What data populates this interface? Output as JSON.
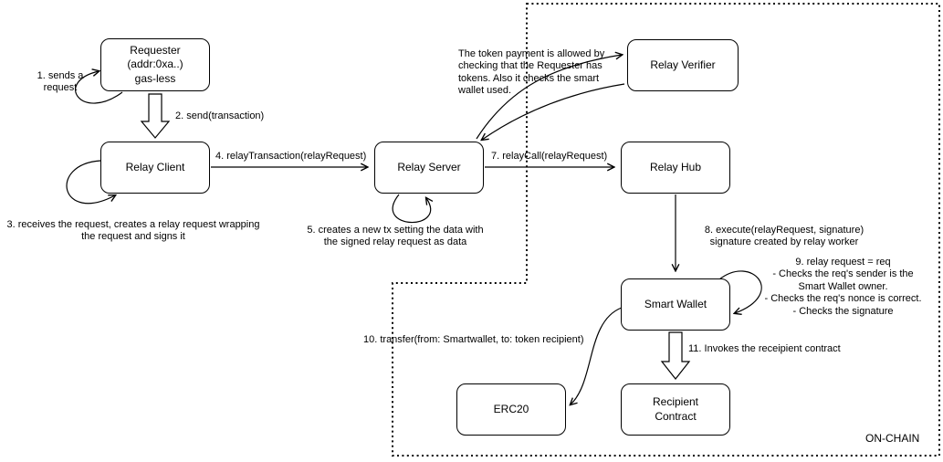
{
  "diagram": {
    "colors": {
      "stroke": "#000000",
      "node_fill": "#ffffff"
    },
    "nodes": {
      "requester": {
        "label": "Requester\n(addr:0xa..)\ngas-less"
      },
      "relay_client": {
        "label": "Relay Client"
      },
      "relay_server": {
        "label": "Relay Server"
      },
      "relay_verifier": {
        "label": "Relay Verifier"
      },
      "relay_hub": {
        "label": "Relay Hub"
      },
      "smart_wallet": {
        "label": "Smart Wallet"
      },
      "erc20": {
        "label": "ERC20"
      },
      "recipient_contract": {
        "label": "Recipient\nContract"
      }
    },
    "annotations": {
      "step1": "1. sends a\nrequest",
      "step2": "2. send(transaction)",
      "step3": "3. receives the request, creates a relay request wrapping\nthe request and signs it",
      "step4": "4. relayTransaction(relayRequest)",
      "step5": "5. creates a new tx setting the data with\nthe signed relay request as data",
      "verifier_note": "The token payment is allowed by\nchecking that the Requester has\ntokens. Also it checks the smart\nwallet used.",
      "step7": "7. relayCall(relayRequest)",
      "step8": "8. execute(relayRequest, signature)\nsignature created by relay worker",
      "step9": "9. relay request = req\n- Checks the req's sender is the\nSmart Wallet owner.\n- Checks the req's nonce is correct.\n- Checks the signature",
      "step10": "10. transfer(from: Smartwallet, to: token recipient)",
      "step11": "11. Invokes the receipient contract",
      "region_label": "ON-CHAIN"
    }
  }
}
